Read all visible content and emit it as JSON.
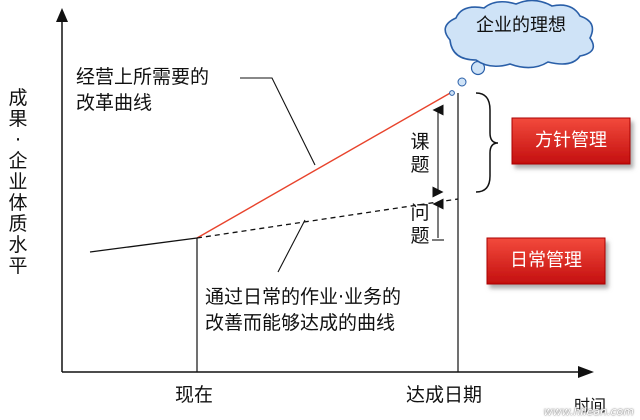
{
  "diagram": {
    "y_axis_label": "成果·企业体质水平",
    "x_axis_label": "时间",
    "x_ticks": {
      "now": "现在",
      "target_date": "达成日期"
    },
    "cloud_label": "企业的理想",
    "required_curve_label": [
      "经营上所需要的",
      "改革曲线"
    ],
    "daily_curve_label": [
      "通过日常的作业·业务的",
      "改善而能够达成的曲线"
    ],
    "gap_labels": {
      "issue": "课题",
      "problem": "问题"
    },
    "boxes": {
      "policy_management": "方针管理",
      "daily_management": "日常管理"
    },
    "watermark": "www.hilean.com",
    "colors": {
      "required_line": "#e8432c",
      "box_red": "#e01b1b",
      "cloud_fill": "#cfe3f7",
      "cloud_stroke": "#2a5fa8"
    }
  }
}
